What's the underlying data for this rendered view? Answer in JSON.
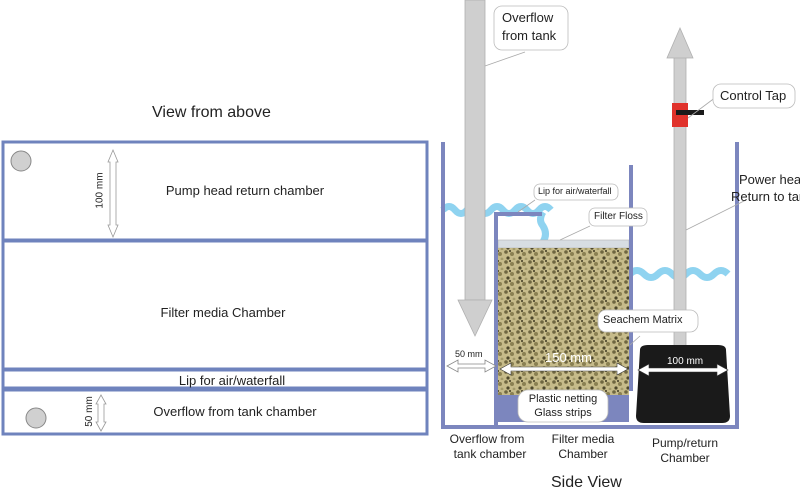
{
  "top_view": {
    "title": "View from above",
    "chambers": {
      "pump_head": "Pump head return chamber",
      "filter_media": "Filter media Chamber",
      "lip": "Lip for air/waterfall",
      "overflow": "Overflow from tank chamber"
    },
    "dims": {
      "pump_height": "100 mm",
      "overflow_height": "50 mm"
    }
  },
  "side_view": {
    "title": "Side View",
    "callouts": {
      "overflow_pipe": [
        "Overflow",
        "from tank"
      ],
      "control_tap": "Control Tap",
      "power_head": [
        "Power head",
        "Return to tank"
      ],
      "lip": "Lip for air/waterfall",
      "filter_floss": "Filter Floss",
      "media": "Seachem Matrix",
      "netting": [
        "Plastic netting",
        "Glass strips"
      ]
    },
    "dims": {
      "overflow_width": "50 mm",
      "media_width": "150 mm",
      "pump_width": "100 mm"
    },
    "chamber_labels": {
      "overflow": [
        "Overflow from",
        "tank chamber"
      ],
      "filter_media": [
        "Filter media",
        "Chamber"
      ],
      "pump_return": [
        "Pump/return",
        "Chamber"
      ]
    }
  },
  "colors": {
    "wall": "#6f83bd",
    "water": "#8fd3f0",
    "pipe": "#cfcfcf",
    "pump": "#1a1a1a",
    "tap": "#e0322b",
    "media": "#b7ad7c"
  }
}
